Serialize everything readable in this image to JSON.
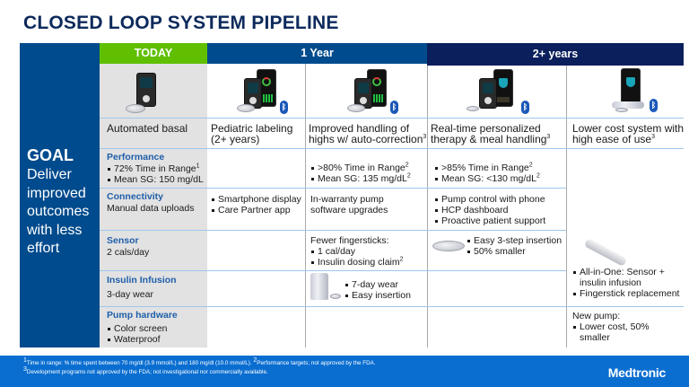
{
  "title": "CLOSED LOOP SYSTEM PIPELINE",
  "goal": {
    "heading": "GOAL",
    "text": "Deliver improved outcomes with less effort"
  },
  "column_headers": {
    "today": "TODAY",
    "one_year": "1 Year",
    "two_plus_years": "2+ years"
  },
  "colors": {
    "title": "#0d2a5c",
    "goal_bg": "#004b8d",
    "today_header": "#5fbf00",
    "one_year_header": "#004b8d",
    "two_years_header": "#0a1f5c",
    "row_label": "#1f5ea8",
    "footer_bg": "#0a6ed1"
  },
  "icons": {
    "bluetooth": "bluetooth-icon",
    "bluetooth_glyph": "ᛒ"
  },
  "today": {
    "feature": "Automated basal",
    "performance": {
      "label": "Performance",
      "items": [
        "72% Time in Range",
        "Mean SG: 150 mg/dL"
      ],
      "sup": "1"
    },
    "connectivity": {
      "label": "Connectivity",
      "text": "Manual data uploads"
    },
    "sensor": {
      "label": "Sensor",
      "text": "2 cals/day"
    },
    "insulin": {
      "label": "Insulin Infusion",
      "text": "3-day wear"
    },
    "pump": {
      "label": "Pump hardware",
      "items": [
        "Color screen",
        "Waterproof"
      ]
    }
  },
  "col_pediatric": {
    "feature": "Pediatric labeling (2+ years)",
    "connectivity": [
      "Smartphone display",
      "Care Partner app"
    ]
  },
  "col_autocorrection": {
    "feature": "Improved handling of highs w/ auto-correction",
    "feature_sup": "3",
    "performance": [
      "&gt;80% Time in Range",
      "Mean SG: 135 mg/dL"
    ],
    "performance_items": [
      ">80% Time in Range",
      "Mean SG: 135 mg/dL"
    ],
    "sup": "2",
    "connectivity": "In-warranty pump software upgrades",
    "sensor_intro": "Fewer fingersticks:",
    "sensor_items": [
      "1 cal/day",
      "Insulin dosing claim"
    ],
    "insulin_items": [
      "7-day wear",
      "Easy insertion"
    ]
  },
  "col_personalized": {
    "feature": "Real-time personalized therapy & meal handling",
    "feature_sup": "3",
    "performance_items": [
      ">85% Time in Range",
      "Mean SG: <130 mg/dL"
    ],
    "sup": "2",
    "connectivity": [
      "Pump control with phone",
      "HCP dashboard",
      "Proactive patient support"
    ],
    "sensor_items": [
      "Easy 3-step insertion",
      "50% smaller"
    ]
  },
  "col_lowcost": {
    "feature": "Lower cost system with high ease of use",
    "feature_sup": "3",
    "aio_items": [
      "All-in-One:  Sensor + insulin infusion",
      "Fingerstick replacement"
    ],
    "pump_intro": "New pump:",
    "pump_items": [
      "Lower cost, 50% smaller"
    ]
  },
  "footer": {
    "note1": "Time in range: % time spent between 70 mg/dl (3.9 mmol/L) and 180 mg/dl (10.0 mmol/L).",
    "note2": "Performance targets; not approved by the FDA.",
    "note3": "Development programs not approved by the FDA; not investigational nor commercially available.",
    "logo": "Medtronic"
  }
}
